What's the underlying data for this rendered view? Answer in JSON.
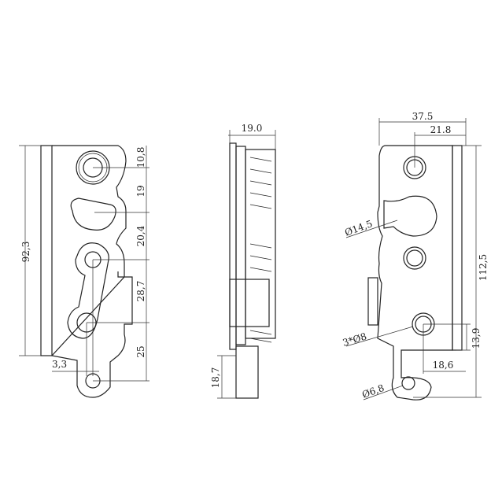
{
  "left_view": {
    "overall_height": "92,3",
    "dims": [
      "10,8",
      "19",
      "20,4",
      "28,7",
      "25"
    ],
    "offset": "3,3"
  },
  "side_view": {
    "thickness": "19.0",
    "tab_height": "18,7"
  },
  "right_view": {
    "width": "37.5",
    "hole_offset": "21.8",
    "overall_height": "112,5",
    "slot_diameter": "Ø14,5",
    "holes": "3*Ø8",
    "hole_height": "13,9",
    "hole_x": "18,6",
    "tail_hole": "Ø6,8"
  }
}
